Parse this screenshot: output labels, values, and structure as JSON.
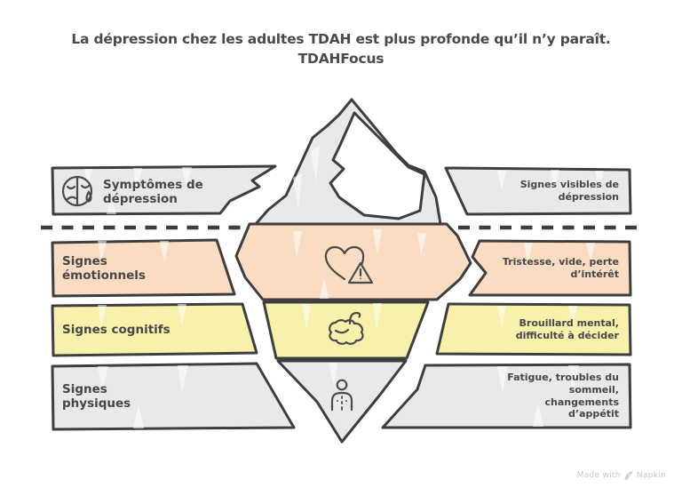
{
  "title": {
    "line1": "La dépression chez les adultes TDAH est plus profonde qu’il n’y paraît.",
    "line2": "TDAHFocus"
  },
  "waterline": {
    "style": "dashed"
  },
  "rows": [
    {
      "id": "visible-symptoms",
      "position": "above-water",
      "left_label": "Symptômes de dépression",
      "right_label": "Signes visibles de dépression",
      "icon": "sad-face-icon",
      "color": "#e9e9e9"
    },
    {
      "id": "emotional-signs",
      "position": "below-water",
      "left_label": "Signes émotionnels",
      "right_label": "Tristesse, vide, perte d’intérêt",
      "icon": "heart-alert-icon",
      "color": "#f9dcc2"
    },
    {
      "id": "cognitive-signs",
      "position": "below-water",
      "left_label": "Signes cognitifs",
      "right_label": "Brouillard mental, difficulté à décider",
      "icon": "brain-fog-icon",
      "color": "#f8f1ac"
    },
    {
      "id": "physical-signs",
      "position": "below-water",
      "left_label": "Signes physiques",
      "right_label": "Fatigue, troubles du sommeil, changements d’appétit",
      "icon": "person-fatigue-icon",
      "color": "#e9e9e9"
    }
  ],
  "colors": {
    "outline": "#3e3e3e",
    "gray_band": "#e9e9e9",
    "orange_band": "#f9dcc2",
    "yellow_band": "#f8f1ac",
    "title_text": "#4a4a4a",
    "footer_text": "#c5c5c5"
  },
  "footer": {
    "made_with": "Made with",
    "brand": "Napkin",
    "icon": "feather-icon"
  }
}
